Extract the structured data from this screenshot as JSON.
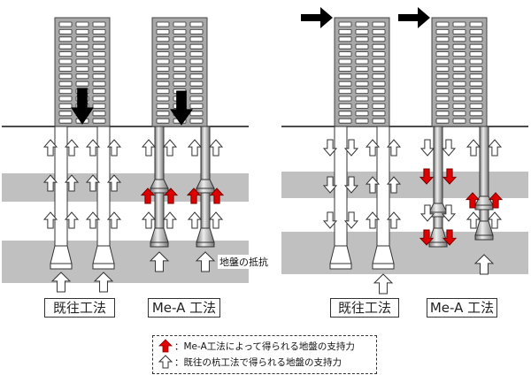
{
  "labels": {
    "left_conventional": "既往工法",
    "left_mea": "Me-A 工法",
    "right_conventional": "既往工法",
    "right_mea": "Me-A 工法",
    "ground_resistance": "地盤の抵抗"
  },
  "legend": {
    "red_arrow_text": "：Me-A工法によって得られる地盤の支持力",
    "white_arrow_text": "：既往の杭工法で得られる地盤の支持力"
  },
  "colors": {
    "red_arrow": "#e00000",
    "soil_band": "#c0c0c0",
    "building": "#a8a8a8"
  }
}
